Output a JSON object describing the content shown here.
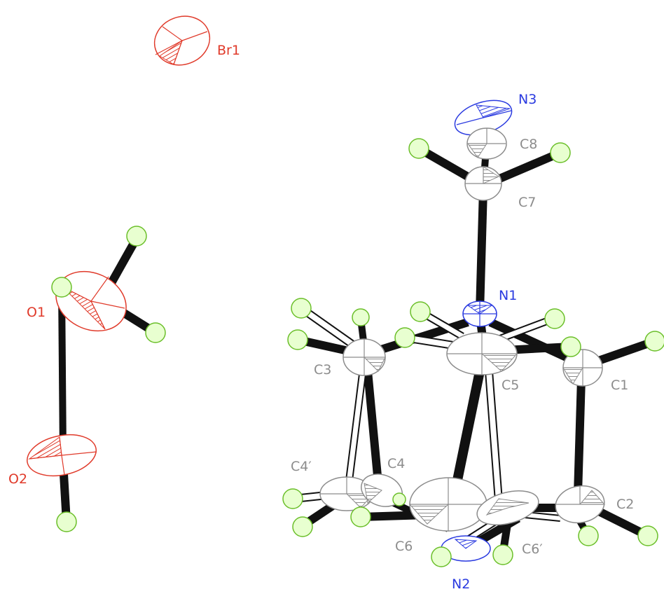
{
  "colors": {
    "carbon": "#8c8c8c",
    "oxygen": "#e03a2a",
    "nitrogen": "#2a3ae0",
    "bromine": "#e03a2a",
    "hydrogen_fill": "#e8ffd0",
    "hydrogen_stroke": "#6bbf2a",
    "bond": "#111111"
  },
  "labels": {
    "br1": "Br1",
    "n3": "N3",
    "c8": "C8",
    "c7": "C7",
    "o1": "O1",
    "n1": "N1",
    "c3": "C3",
    "c5": "C5",
    "c1": "C1",
    "o2": "O2",
    "c4p": "C4′",
    "c4": "C4",
    "c2": "C2",
    "c6": "C6",
    "c6p": "C6′",
    "n2": "N2"
  }
}
